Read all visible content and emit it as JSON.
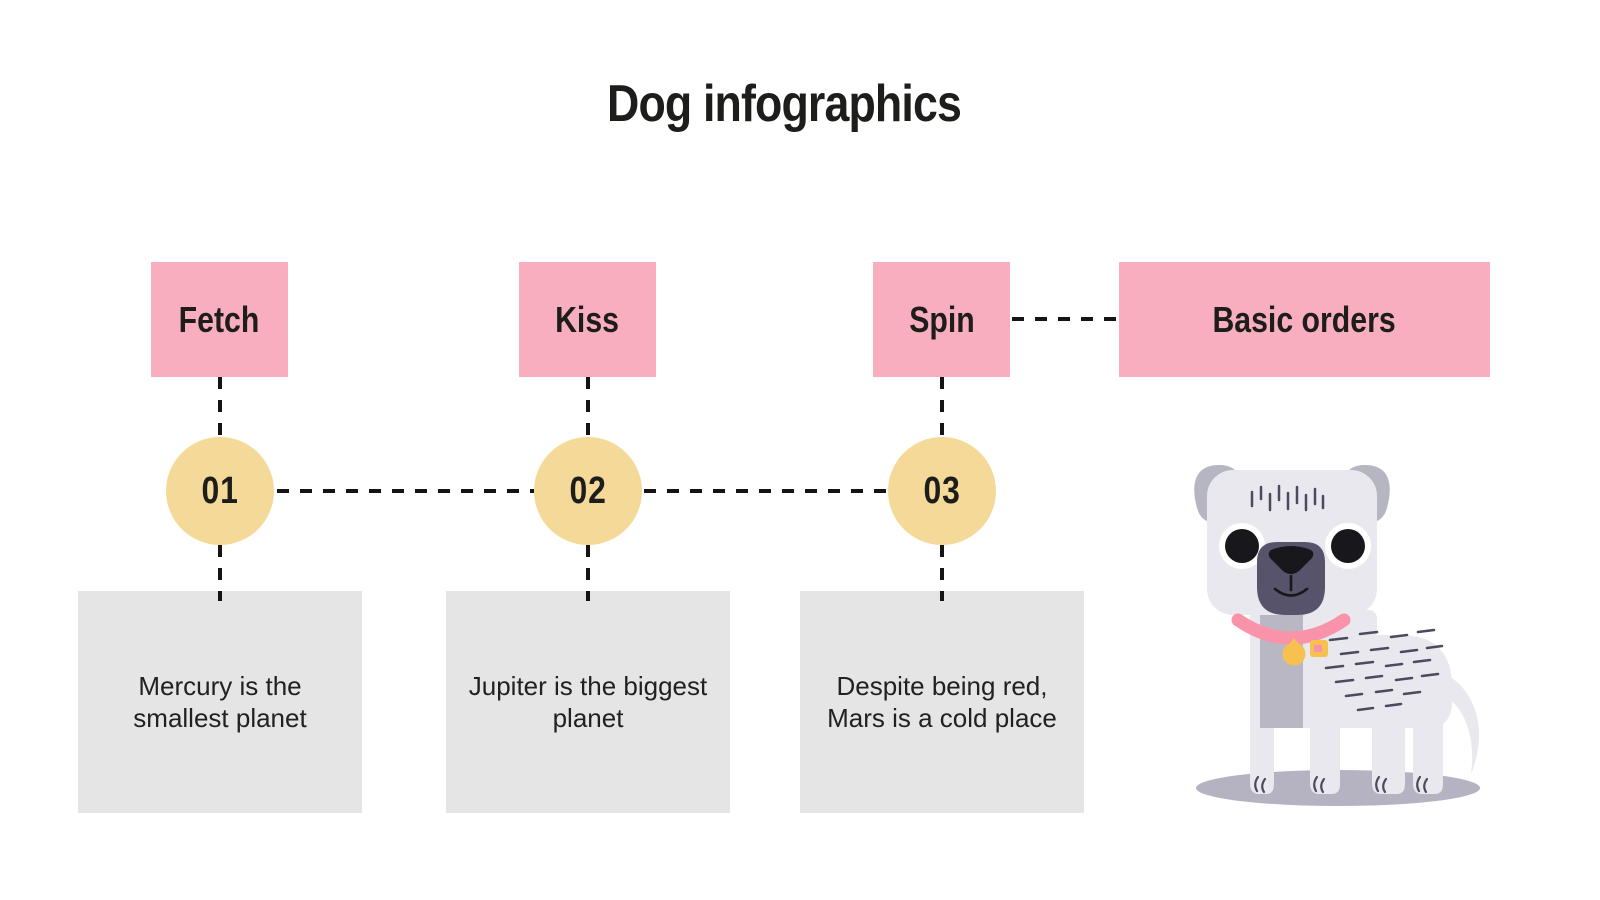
{
  "slide": {
    "title": "Dog infographics",
    "steps": [
      {
        "number": "01",
        "label": "Fetch",
        "description": "Mercury is the\nsmallest planet"
      },
      {
        "number": "02",
        "label": "Kiss",
        "description": "Jupiter is the biggest\nplanet"
      },
      {
        "number": "03",
        "label": "Spin",
        "description": "Despite being red,\nMars is a cold place"
      }
    ],
    "category_label": "Basic orders",
    "illustration": "dog-with-pink-collar",
    "colors": {
      "step_pink": "#f9aebf",
      "circle_yellow": "#f4d998",
      "card_gray": "#e5e5e5",
      "text_dark": "#1d1d1b",
      "dog_body": "#e9e8ee",
      "dog_accent": "#b9b7c4",
      "dog_muzzle": "#56536a",
      "collar_pink": "#f893aa",
      "tag_yellow": "#f6c14e"
    }
  }
}
